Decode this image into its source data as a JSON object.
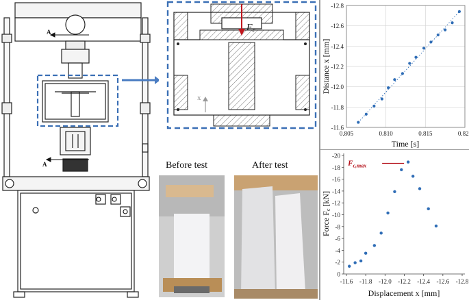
{
  "figure": {
    "machine_labels": {
      "arrow_top": "A",
      "arrow_bottom": "A"
    },
    "detail": {
      "force_label": "F",
      "force_sub": "c",
      "axis_label": "x"
    },
    "photos": {
      "before_label": "Before test",
      "after_label": "After test"
    },
    "colors": {
      "dash_frame": "#3a6fb5",
      "arrow_blue": "#4a7cc2",
      "force_red": "#c0171e",
      "series": "#2f6db6",
      "annotation": "#b5121b"
    }
  },
  "chart_data": [
    {
      "type": "scatter",
      "title": "",
      "xlabel": "Time [s]",
      "ylabel": "Distance x [mm]",
      "xlim": [
        0.805,
        0.82
      ],
      "ylim": [
        -11.6,
        -12.8
      ],
      "xticks": [
        "0.805",
        "0.810",
        "0.815",
        "0.820"
      ],
      "yticks": [
        "-11.6",
        "-11.8",
        "-12.0",
        "-12.2",
        "-12.4",
        "-12.6",
        "-12.8"
      ],
      "grid": true,
      "trendline": "dotted",
      "x": [
        0.8065,
        0.8075,
        0.8085,
        0.8095,
        0.8103,
        0.8111,
        0.8121,
        0.813,
        0.8138,
        0.8148,
        0.8157,
        0.8166,
        0.8175,
        0.8184,
        0.8193
      ],
      "y": [
        -11.65,
        -11.73,
        -11.81,
        -11.88,
        -11.99,
        -12.07,
        -12.13,
        -12.23,
        -12.29,
        -12.38,
        -12.44,
        -12.51,
        -12.56,
        -12.63,
        -12.74
      ]
    },
    {
      "type": "scatter",
      "title": "",
      "xlabel": "Displacement x [mm]",
      "ylabel_main": "Force F",
      "ylabel_sub": "c",
      "ylabel_unit": " [kN]",
      "xlim": [
        -11.6,
        -12.8
      ],
      "ylim": [
        0,
        -20
      ],
      "xticks": [
        "-11.6",
        "-11.8",
        "-12.0",
        "-12.2",
        "-12.4",
        "-12.6",
        "-12.8"
      ],
      "yticks": [
        "0",
        "-2",
        "-4",
        "-6",
        "-8",
        "-10",
        "-12",
        "-14",
        "-16",
        "-18",
        "-20"
      ],
      "grid": false,
      "annotation": {
        "main": "F",
        "sub": "c,max"
      },
      "x": [
        -11.63,
        -11.69,
        -11.75,
        -11.8,
        -11.89,
        -11.96,
        -12.03,
        -12.1,
        -12.17,
        -12.24,
        -12.29,
        -12.36,
        -12.45,
        -12.53
      ],
      "y": [
        -1.3,
        -1.9,
        -2.2,
        -3.5,
        -4.8,
        -6.9,
        -10.3,
        -13.9,
        -17.6,
        -18.9,
        -16.5,
        -14.4,
        -11.0,
        -8.1
      ]
    }
  ]
}
